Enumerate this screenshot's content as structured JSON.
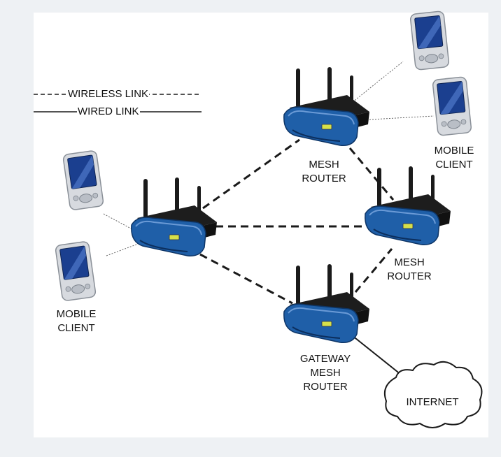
{
  "legend": {
    "wireless": "WIRELESS LINK",
    "wired": "WIRED LINK"
  },
  "nodes": {
    "mesh_router_top": "MESH\nROUTER",
    "mesh_router_right": "MESH\nROUTER",
    "gateway": "GATEWAY\nMESH\nROUTER",
    "mobile_client_right": "MOBILE\nCLIENT",
    "mobile_client_left": "MOBILE\nCLIENT",
    "internet": "INTERNET"
  },
  "colors": {
    "router_body": "#1f5fa8",
    "router_top": "#1c1c1c",
    "pda_body": "#d7dadf",
    "pda_screen": "#1b3f8f",
    "link": "#1a1a1a"
  },
  "icons": {
    "router": "wireless-router-icon",
    "pda": "pda-device-icon",
    "cloud": "cloud-icon"
  }
}
